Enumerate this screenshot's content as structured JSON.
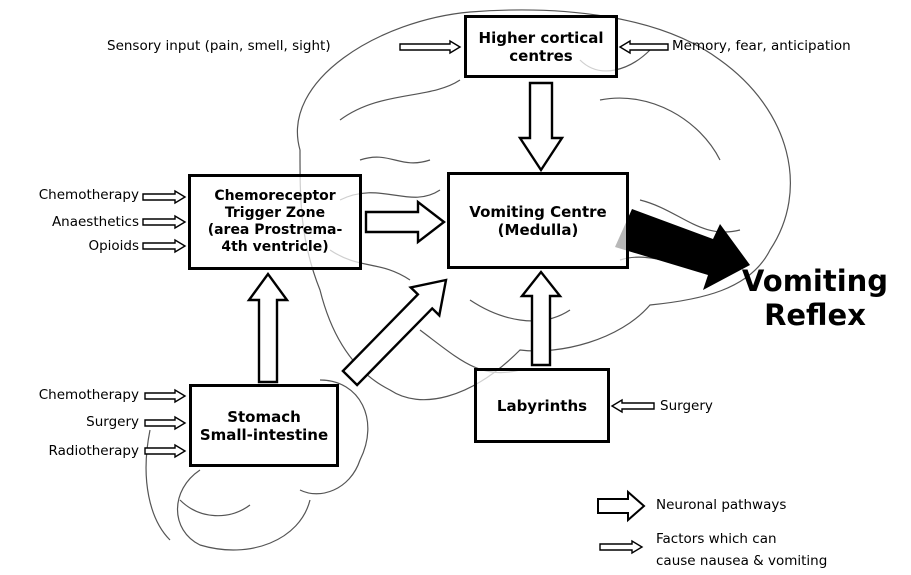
{
  "boxes": {
    "higher_cortical": "Higher cortical\ncentres",
    "ctz": "Chemoreceptor\nTrigger Zone\n(area Prostrema-\n4th ventricle)",
    "vomiting_centre": "Vomiting Centre\n(Medulla)",
    "stomach": "Stomach\nSmall-intestine",
    "labyrinths": "Labyrinths"
  },
  "inputs": {
    "sensory": "Sensory input (pain, smell, sight)",
    "memory": "Memory, fear, anticipation",
    "ctz_factors": [
      "Chemotherapy",
      "Anaesthetics",
      "Opioids"
    ],
    "stomach_factors": [
      "Chemotherapy",
      "Surgery",
      "Radiotherapy"
    ],
    "labyrinth_factor": "Surgery"
  },
  "output": "Vomiting\nReflex",
  "legend": {
    "neuronal": "Neuronal pathways",
    "factors_line1": "Factors which can",
    "factors_line2": "cause nausea & vomiting"
  }
}
